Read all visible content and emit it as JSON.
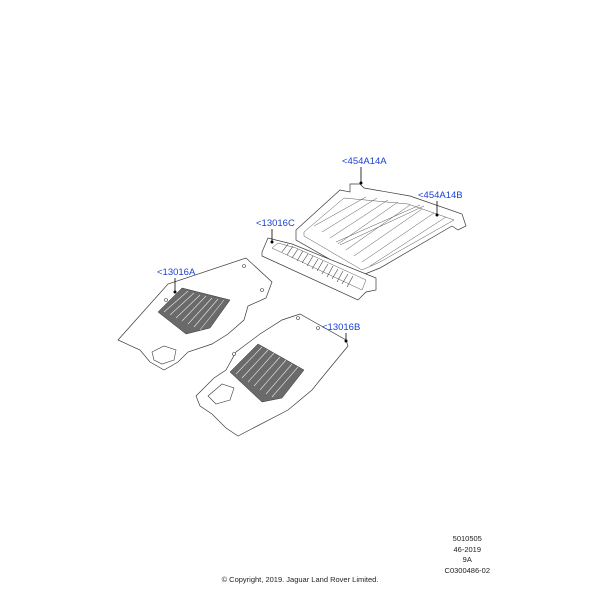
{
  "callouts": {
    "rear_floor_mat": "<454A14A",
    "load_floor_mat": "<454A14B",
    "center_mat": "<13016C",
    "front_left_mat": "<13016A",
    "front_right_mat": "<13016B"
  },
  "reference": {
    "line1": "5010505",
    "line2": "46-2019",
    "line3": "9A",
    "line4": "C0300486-02"
  },
  "copyright": "© Copyright, 2019. Jaguar Land Rover Limited."
}
